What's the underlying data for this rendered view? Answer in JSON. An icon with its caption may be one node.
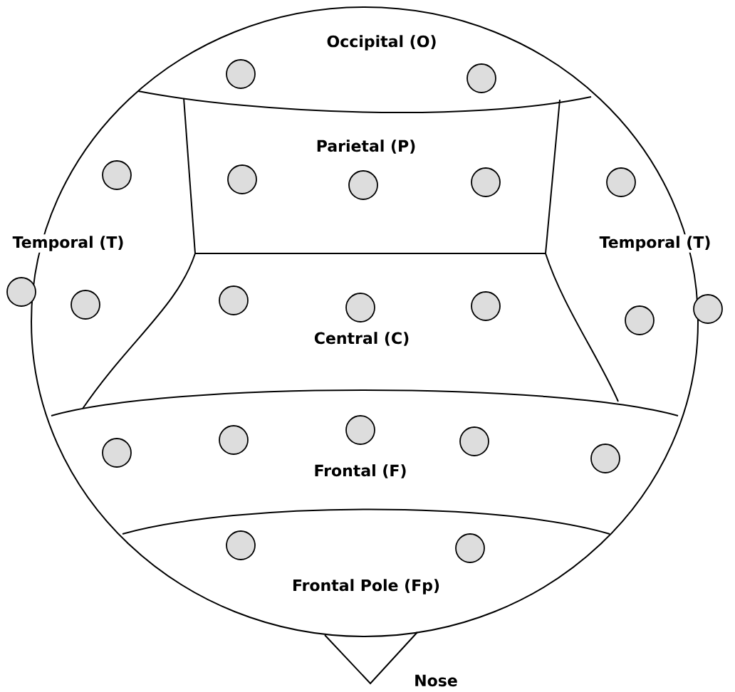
{
  "diagram": {
    "labels": [
      "Occipital (O)",
      "Parietal (P)",
      "Temporal (T)",
      "Temporal (T)",
      "Central (C)",
      "Frontal (F)",
      "Frontal Pole (Fp)",
      "Nose"
    ]
  }
}
